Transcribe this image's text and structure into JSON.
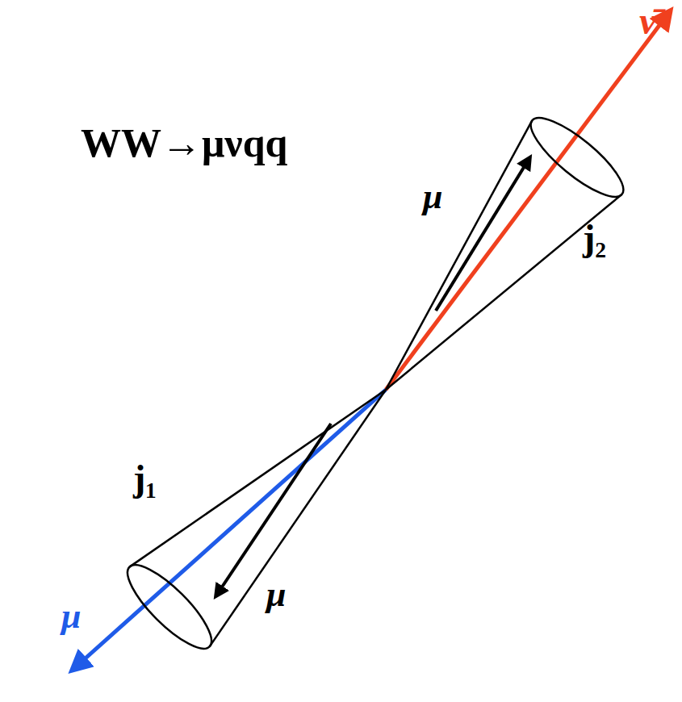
{
  "diagram": {
    "title": "WW→μνqq",
    "labels": [
      "ν̄",
      "μ",
      "j₂",
      "j₁",
      "μ",
      "μ"
    ]
  }
}
